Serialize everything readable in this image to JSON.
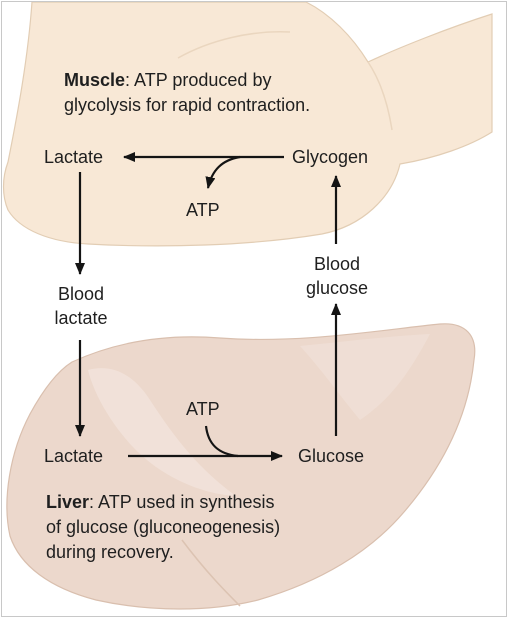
{
  "colors": {
    "muscle_fill": "#f8e8d6",
    "muscle_stroke": "#e2cdb4",
    "liver_fill": "#ecd8cc",
    "liver_light": "#f2e3da",
    "liver_stroke": "#d9bfae",
    "arrow": "#141414"
  },
  "muscle": {
    "caption_bold": "Muscle",
    "caption_rest": ": ATP produced by",
    "caption_line2": "glycolysis for rapid contraction.",
    "lactate": "Lactate",
    "glycogen": "Glycogen",
    "atp": "ATP"
  },
  "blood": {
    "lactate_line1": "Blood",
    "lactate_line2": "lactate",
    "glucose_line1": "Blood",
    "glucose_line2": "glucose"
  },
  "liver": {
    "caption_bold": "Liver",
    "caption_rest": ": ATP used in synthesis",
    "caption_line2": "of glucose (gluconeogenesis)",
    "caption_line3": "during recovery.",
    "lactate": "Lactate",
    "glucose": "Glucose",
    "atp": "ATP"
  }
}
